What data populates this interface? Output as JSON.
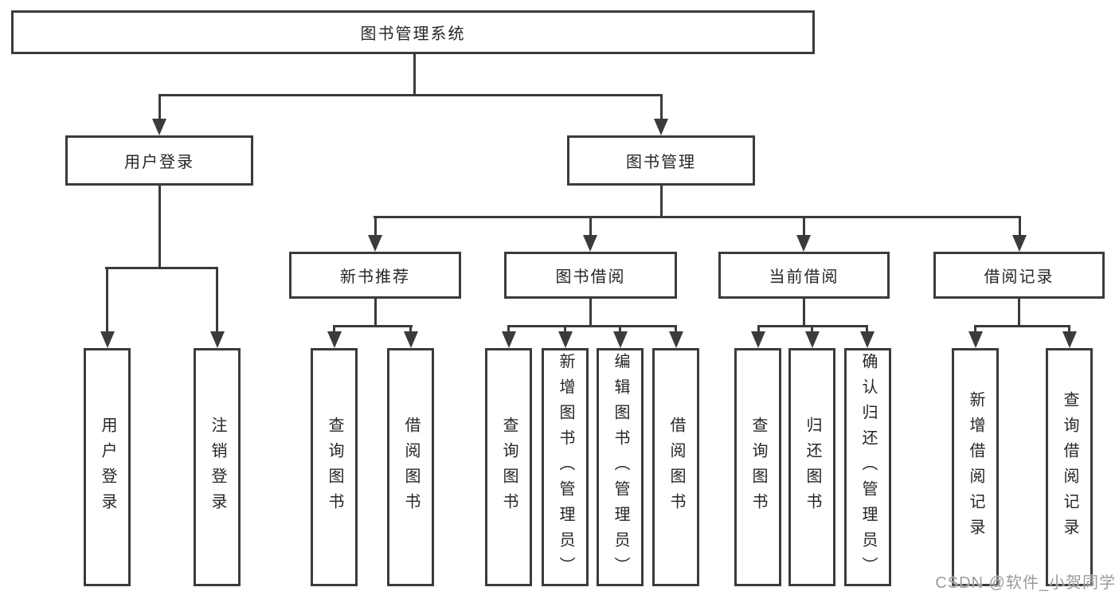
{
  "colors": {
    "line": "#3b3b3b",
    "box_border": "#3b3b3b",
    "box_fill": "#ffffff",
    "text": "#262626",
    "watermark": "#9b9b9b",
    "background": "#ffffff"
  },
  "tree": {
    "root": {
      "label": "图书管理系统"
    },
    "branches": [
      {
        "label": "用户登录",
        "children": [
          {
            "label": "用户登录"
          },
          {
            "label": "注销登录"
          }
        ]
      },
      {
        "label": "图书管理",
        "children": [
          {
            "label": "新书推荐",
            "children": [
              {
                "label": "查询图书"
              },
              {
                "label": "借阅图书"
              }
            ]
          },
          {
            "label": "图书借阅",
            "children": [
              {
                "label": "查询图书"
              },
              {
                "label": "新增图书（管理员）"
              },
              {
                "label": "编辑图书（管理员）"
              },
              {
                "label": "借阅图书"
              }
            ]
          },
          {
            "label": "当前借阅",
            "children": [
              {
                "label": "查询图书"
              },
              {
                "label": "归还图书"
              },
              {
                "label": "确认归还（管理员）"
              }
            ]
          },
          {
            "label": "借阅记录",
            "children": [
              {
                "label": "新增借阅记录"
              },
              {
                "label": "查询借阅记录"
              }
            ]
          }
        ]
      }
    ]
  },
  "watermark": {
    "text": "CSDN @软件_小贺同学"
  }
}
